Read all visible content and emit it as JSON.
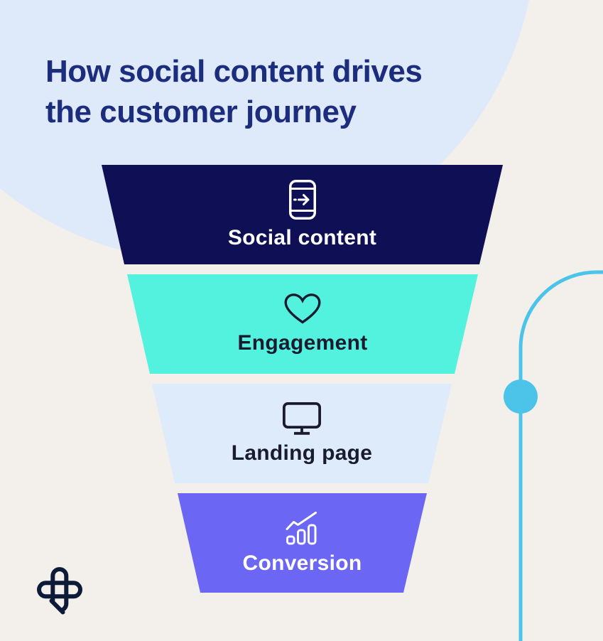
{
  "title": {
    "line1": "How social content drives",
    "line2": "the customer journey"
  },
  "funnel": {
    "stages": [
      {
        "label": "Social content",
        "icon": "smartphone-arrow-icon",
        "bg": "#0E0F55",
        "text_color": "#FFFFFF"
      },
      {
        "label": "Engagement",
        "icon": "heart-icon",
        "bg": "#53F2DF",
        "text_color": "#1A1B2E"
      },
      {
        "label": "Landing page",
        "icon": "monitor-icon",
        "bg": "#DDEBFB",
        "text_color": "#1A1B2E"
      },
      {
        "label": "Conversion",
        "icon": "chart-increase-icon",
        "bg": "#6B66F3",
        "text_color": "#FFFFFF"
      }
    ]
  },
  "decorations": {
    "background_color": "#F3F0EB",
    "circle_color": "#DEE9FA",
    "title_color": "#1D2D7E",
    "accent_line_color": "#4CC3E9",
    "logo_color": "#0D1B38",
    "logo": "clover-plus-logo"
  }
}
